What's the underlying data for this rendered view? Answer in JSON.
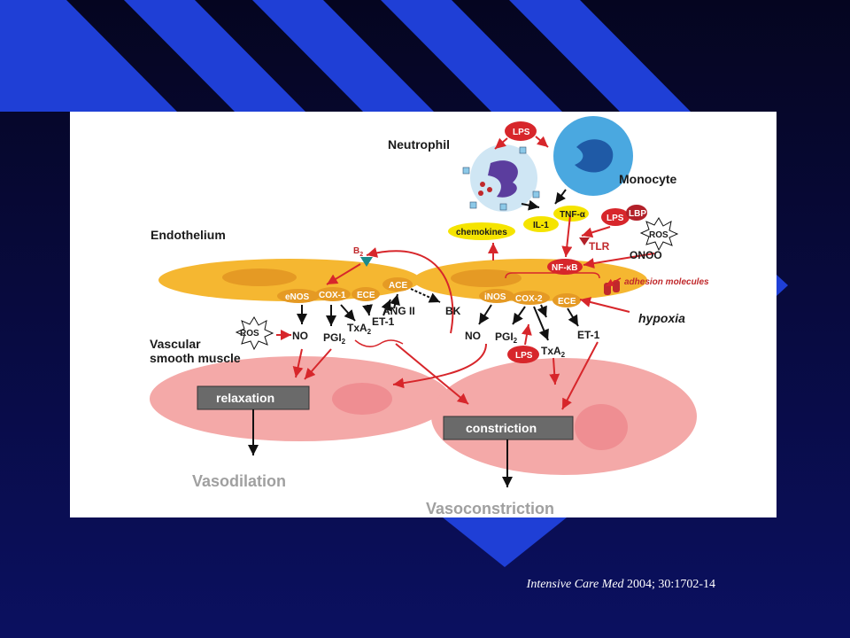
{
  "diagram": {
    "labels": {
      "neutrophil": "Neutrophil",
      "monocyte": "Monocyte",
      "endothelium": "Endothelium",
      "vascular": "Vascular",
      "smooth_muscle": "smooth muscle",
      "lps_top": "LPS",
      "lps_right": "LPS",
      "lps_bottom": "LPS",
      "lbp": "LBP",
      "tlr": "TLR",
      "ros_right": "ROS",
      "onoo": "ONOO",
      "ros_left": "ROS",
      "tnf": "TNF-α",
      "il1": "IL-1",
      "chemokines": "chemokines",
      "nfkb": "NF-κB",
      "adhesion": "adhesion molecules",
      "hypoxia": "hypoxia",
      "b2": "B",
      "b2_sub": "2",
      "enos": "eNOS",
      "cox1": "COX-1",
      "ece_left": "ECE",
      "ace": "ACE",
      "ang2": "ANG II",
      "bk": "BK",
      "et1_left": "ET-1",
      "txa2_left": "TxA",
      "txa2_left_sub": "2",
      "pgi2_left": "PGI",
      "pgi2_left_sub": "2",
      "no_left": "NO",
      "inos": "iNOS",
      "cox2": "COX-2",
      "ece_right": "ECE",
      "no_right": "NO",
      "pgi2_right": "PGI",
      "pgi2_right_sub": "2",
      "txa2_right": "TxA",
      "txa2_right_sub": "2",
      "et1_right": "ET-1",
      "relaxation": "relaxation",
      "constriction": "constriction",
      "vasodilation": "Vasodilation",
      "vasoconstriction": "Vasoconstriction"
    }
  },
  "citation": {
    "journal": "Intensive Care Med",
    "ref": " 2004;  30:1702-14"
  },
  "colors": {
    "background": "#0a0a40",
    "stripe": "#1a3bd0",
    "endothelium": "#f5b731",
    "smooth_muscle": "#f4a9a8",
    "lps_red": "#d7262b",
    "cell_blue": "#4aa8e0"
  }
}
